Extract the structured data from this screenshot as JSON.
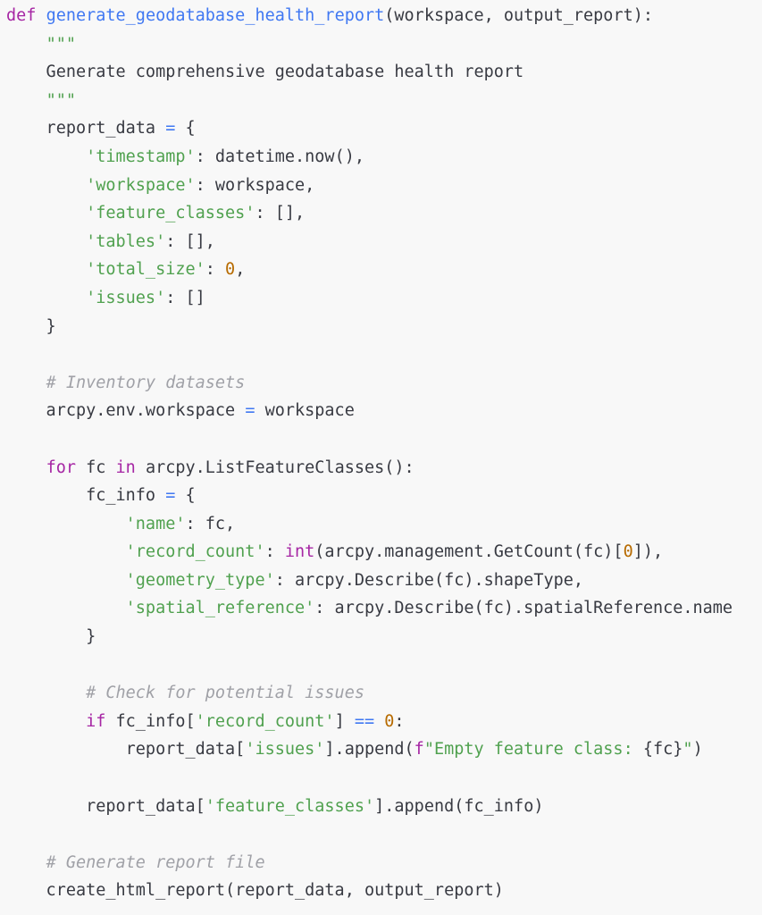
{
  "editor": {
    "background": "#f8f8f8",
    "language": "python",
    "theme_colors": {
      "keyword": "#a626a4",
      "function": "#4078f2",
      "string": "#50a14f",
      "number": "#b76b01",
      "comment": "#a0a1a7",
      "text": "#383a42"
    },
    "lines": [
      [
        {
          "t": "kw",
          "v": "def"
        },
        {
          "t": "txt",
          "v": " "
        },
        {
          "t": "fn",
          "v": "generate_geodatabase_health_report"
        },
        {
          "t": "txt",
          "v": "(workspace, output_report):"
        }
      ],
      [
        {
          "t": "txt",
          "v": "    "
        },
        {
          "t": "doc",
          "v": "\"\"\""
        }
      ],
      [
        {
          "t": "txt",
          "v": "    Generate comprehensive geodatabase health report"
        }
      ],
      [
        {
          "t": "txt",
          "v": "    "
        },
        {
          "t": "doc",
          "v": "\"\"\""
        }
      ],
      [
        {
          "t": "txt",
          "v": "    report_data "
        },
        {
          "t": "op",
          "v": "="
        },
        {
          "t": "txt",
          "v": " {"
        }
      ],
      [
        {
          "t": "txt",
          "v": "        "
        },
        {
          "t": "str",
          "v": "'timestamp'"
        },
        {
          "t": "txt",
          "v": ": datetime.now(),"
        }
      ],
      [
        {
          "t": "txt",
          "v": "        "
        },
        {
          "t": "str",
          "v": "'workspace'"
        },
        {
          "t": "txt",
          "v": ": workspace,"
        }
      ],
      [
        {
          "t": "txt",
          "v": "        "
        },
        {
          "t": "str",
          "v": "'feature_classes'"
        },
        {
          "t": "txt",
          "v": ": [],"
        }
      ],
      [
        {
          "t": "txt",
          "v": "        "
        },
        {
          "t": "str",
          "v": "'tables'"
        },
        {
          "t": "txt",
          "v": ": [],"
        }
      ],
      [
        {
          "t": "txt",
          "v": "        "
        },
        {
          "t": "str",
          "v": "'total_size'"
        },
        {
          "t": "txt",
          "v": ": "
        },
        {
          "t": "num",
          "v": "0"
        },
        {
          "t": "txt",
          "v": ","
        }
      ],
      [
        {
          "t": "txt",
          "v": "        "
        },
        {
          "t": "str",
          "v": "'issues'"
        },
        {
          "t": "txt",
          "v": ": []"
        }
      ],
      [
        {
          "t": "txt",
          "v": "    }"
        }
      ],
      [],
      [
        {
          "t": "txt",
          "v": "    "
        },
        {
          "t": "com",
          "v": "# Inventory datasets"
        }
      ],
      [
        {
          "t": "txt",
          "v": "    arcpy.env.workspace "
        },
        {
          "t": "op",
          "v": "="
        },
        {
          "t": "txt",
          "v": " workspace"
        }
      ],
      [],
      [
        {
          "t": "txt",
          "v": "    "
        },
        {
          "t": "kw",
          "v": "for"
        },
        {
          "t": "txt",
          "v": " fc "
        },
        {
          "t": "kw",
          "v": "in"
        },
        {
          "t": "txt",
          "v": " arcpy.ListFeatureClasses():"
        }
      ],
      [
        {
          "t": "txt",
          "v": "        fc_info "
        },
        {
          "t": "op",
          "v": "="
        },
        {
          "t": "txt",
          "v": " {"
        }
      ],
      [
        {
          "t": "txt",
          "v": "            "
        },
        {
          "t": "str",
          "v": "'name'"
        },
        {
          "t": "txt",
          "v": ": fc,"
        }
      ],
      [
        {
          "t": "txt",
          "v": "            "
        },
        {
          "t": "str",
          "v": "'record_count'"
        },
        {
          "t": "txt",
          "v": ": "
        },
        {
          "t": "kw",
          "v": "int"
        },
        {
          "t": "txt",
          "v": "(arcpy.management.GetCount(fc)["
        },
        {
          "t": "num",
          "v": "0"
        },
        {
          "t": "txt",
          "v": "]),"
        }
      ],
      [
        {
          "t": "txt",
          "v": "            "
        },
        {
          "t": "str",
          "v": "'geometry_type'"
        },
        {
          "t": "txt",
          "v": ": arcpy.Describe(fc).shapeType,"
        }
      ],
      [
        {
          "t": "txt",
          "v": "            "
        },
        {
          "t": "str",
          "v": "'spatial_reference'"
        },
        {
          "t": "txt",
          "v": ": arcpy.Describe(fc).spatialReference.name"
        }
      ],
      [
        {
          "t": "txt",
          "v": "        }"
        }
      ],
      [],
      [
        {
          "t": "txt",
          "v": "        "
        },
        {
          "t": "com",
          "v": "# Check for potential issues"
        }
      ],
      [
        {
          "t": "txt",
          "v": "        "
        },
        {
          "t": "kw",
          "v": "if"
        },
        {
          "t": "txt",
          "v": " fc_info["
        },
        {
          "t": "str",
          "v": "'record_count'"
        },
        {
          "t": "txt",
          "v": "] "
        },
        {
          "t": "op",
          "v": "=="
        },
        {
          "t": "txt",
          "v": " "
        },
        {
          "t": "num",
          "v": "0"
        },
        {
          "t": "txt",
          "v": ":"
        }
      ],
      [
        {
          "t": "txt",
          "v": "            report_data["
        },
        {
          "t": "str",
          "v": "'issues'"
        },
        {
          "t": "txt",
          "v": "].append("
        },
        {
          "t": "kw",
          "v": "f"
        },
        {
          "t": "str",
          "v": "\"Empty feature class: "
        },
        {
          "t": "txt",
          "v": "{fc}"
        },
        {
          "t": "str",
          "v": "\""
        },
        {
          "t": "txt",
          "v": ")"
        }
      ],
      [],
      [
        {
          "t": "txt",
          "v": "        report_data["
        },
        {
          "t": "str",
          "v": "'feature_classes'"
        },
        {
          "t": "txt",
          "v": "].append(fc_info)"
        }
      ],
      [],
      [
        {
          "t": "txt",
          "v": "    "
        },
        {
          "t": "com",
          "v": "# Generate report file"
        }
      ],
      [
        {
          "t": "txt",
          "v": "    create_html_report(report_data, output_report)"
        }
      ]
    ]
  }
}
